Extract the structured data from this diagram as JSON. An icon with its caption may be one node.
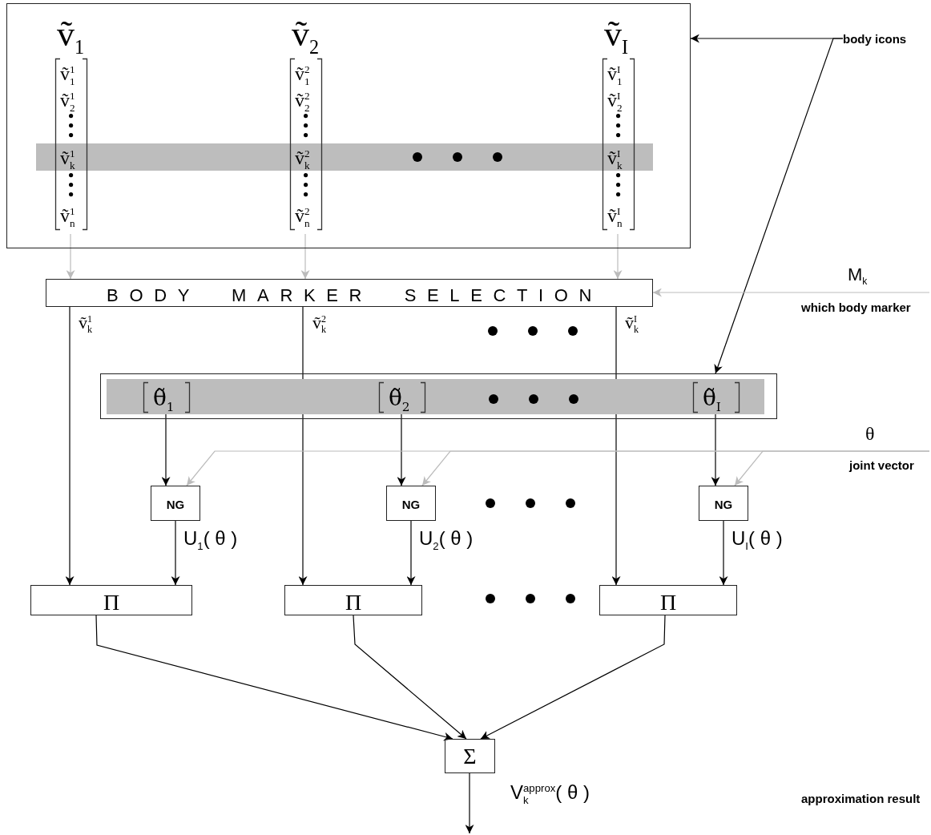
{
  "diagram": {
    "nodes": [
      {
        "text": [],
        "shape": "box"
      },
      {
        "text": [
          "ṽ$_{1}$",
          "ṽ$^{1}$$_{1}$",
          "ṽ$^{1}$$_{2}$",
          "ṽ$^{1}$$_{k}$",
          "ṽ$^{1}$$_{n}$"
        ],
        "in": 0
      },
      {
        "text": [
          "ṽ$_{2}$",
          "ṽ$^{2}$$_{1}$",
          "ṽ$^{2}$$_{2}$",
          "ṽ$^{2}$$_{k}$",
          "ṽ$^{2}$$_{n}$"
        ],
        "in": 0
      },
      {
        "text": [
          "ṽ$_{I}$",
          "ṽ$^{I}$$_{1}$",
          "ṽ$^{I}$$_{2}$",
          "ṽ$^{I}$$_{k}$",
          "ṽ$^{I}$$_{n}$"
        ],
        "in": 0
      },
      {
        "text": [
          "body icons"
        ]
      },
      {
        "text": [
          "BODY MARKER SELECTION"
        ]
      },
      {
        "text": [],
        "shape": "box"
      },
      {
        "text": [
          "θ̃$_{1}$"
        ],
        "in": 6
      },
      {
        "text": [
          "θ̃$_{2}$"
        ],
        "in": 6
      },
      {
        "text": [
          "θ̃$_{I}$"
        ],
        "in": 6
      },
      {
        "text": [
          "NG"
        ]
      },
      {
        "text": [
          "NG"
        ]
      },
      {
        "text": [
          "NG"
        ]
      },
      {
        "text": [
          "Π"
        ]
      },
      {
        "text": [
          "Π"
        ]
      },
      {
        "text": [
          "Π"
        ]
      },
      {
        "text": [
          "Σ"
        ]
      }
    ],
    "edges": [
      {
        "from": 1,
        "to": 5,
        "arrow": "to",
        "color": "#bbbbbb"
      },
      {
        "from": 2,
        "to": 5,
        "arrow": "to",
        "color": "#bbbbbb"
      },
      {
        "from": 3,
        "to": 5,
        "arrow": "to",
        "color": "#bbbbbb"
      },
      {
        "from": 4,
        "to": 0,
        "arrow": "to"
      },
      {
        "from": 4,
        "to": 6,
        "arrow": "to"
      },
      {
        "from": null,
        "to": 5,
        "arrow": "to",
        "color": "#bbbbbb"
      },
      {
        "from": 5,
        "to": 13,
        "arrow": "to",
        "label": "ṽ$^{1}$$_{k}$"
      },
      {
        "from": 5,
        "to": 14,
        "arrow": "to",
        "label": "ṽ$^{2}$$_{k}$"
      },
      {
        "from": 5,
        "to": 15,
        "arrow": "to",
        "label": "ṽ$^{I}$$_{k}$"
      },
      {
        "from": 7,
        "to": 10,
        "arrow": "to"
      },
      {
        "from": 8,
        "to": 11,
        "arrow": "to"
      },
      {
        "from": 9,
        "to": 12,
        "arrow": "to"
      },
      {
        "from": null,
        "to": 10,
        "arrow": "to",
        "color": "#bbbbbb"
      },
      {
        "from": null,
        "to": 11,
        "arrow": "to",
        "color": "#bbbbbb"
      },
      {
        "from": null,
        "to": 12,
        "arrow": "to",
        "color": "#bbbbbb"
      },
      {
        "from": 10,
        "to": 13,
        "arrow": "to",
        "label": "U$_{1}$( θ )"
      },
      {
        "from": 11,
        "to": 14,
        "arrow": "to",
        "label": "U$_{2}$( θ )"
      },
      {
        "from": 12,
        "to": 15,
        "arrow": "to",
        "label": "U$_{I}$( θ )"
      },
      {
        "from": 13,
        "to": 16,
        "arrow": "to"
      },
      {
        "from": 14,
        "to": 16,
        "arrow": "to"
      },
      {
        "from": 15,
        "to": 16,
        "arrow": "to"
      },
      {
        "from": 16,
        "to": null,
        "arrow": "to",
        "label": "V$_{k}$$^{approx}$( θ )"
      }
    ],
    "labels": [
      "M$_{k}$",
      "which body marker",
      "θ",
      "joint vector",
      "approximation result"
    ]
  }
}
